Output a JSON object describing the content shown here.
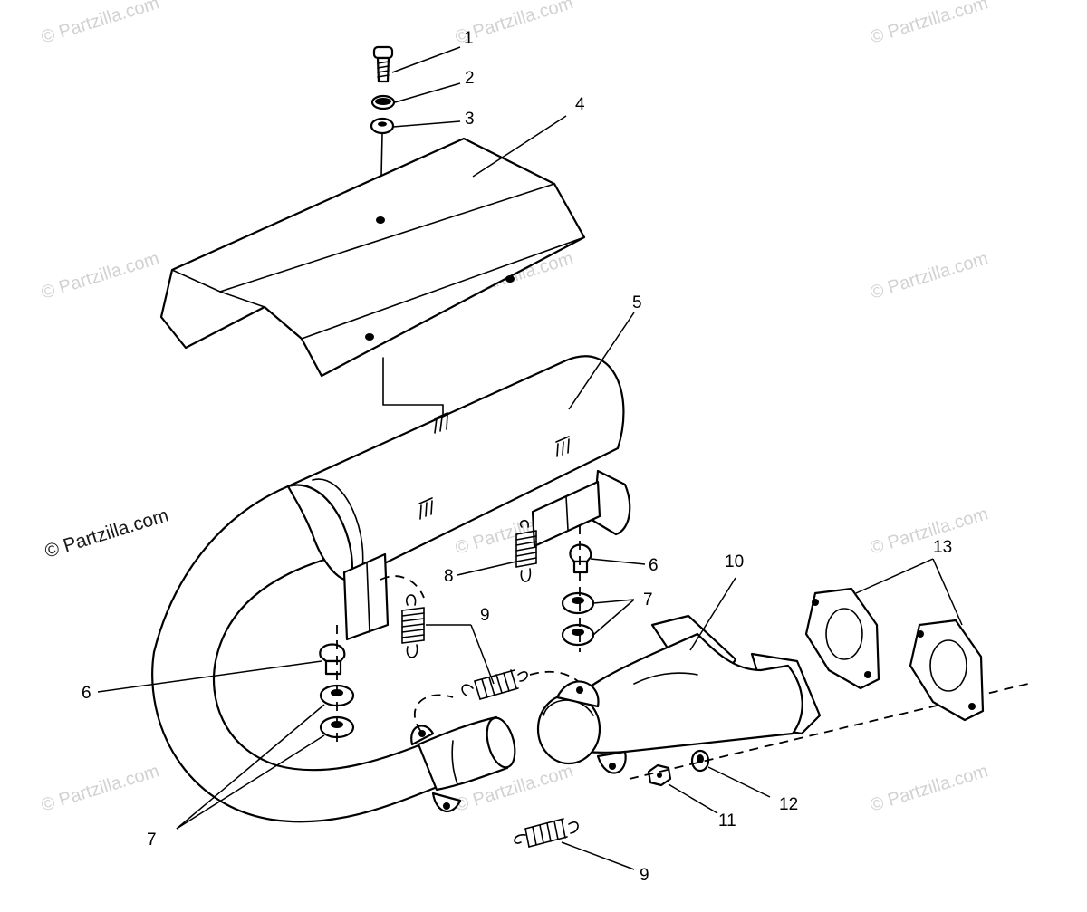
{
  "watermark": {
    "text": "© Partzilla.com",
    "color_light": "#d2d2d2",
    "color_dark": "#1a1a1a"
  },
  "callouts": [
    {
      "id": "1",
      "label": "1"
    },
    {
      "id": "2",
      "label": "2"
    },
    {
      "id": "3",
      "label": "3"
    },
    {
      "id": "4",
      "label": "4"
    },
    {
      "id": "5",
      "label": "5"
    },
    {
      "id": "6a",
      "label": "6"
    },
    {
      "id": "6b",
      "label": "6"
    },
    {
      "id": "7a",
      "label": "7"
    },
    {
      "id": "7b",
      "label": "7"
    },
    {
      "id": "8",
      "label": "8"
    },
    {
      "id": "9a",
      "label": "9"
    },
    {
      "id": "9b",
      "label": "9"
    },
    {
      "id": "10",
      "label": "10"
    },
    {
      "id": "11",
      "label": "11"
    },
    {
      "id": "12",
      "label": "12"
    },
    {
      "id": "13",
      "label": "13"
    }
  ]
}
